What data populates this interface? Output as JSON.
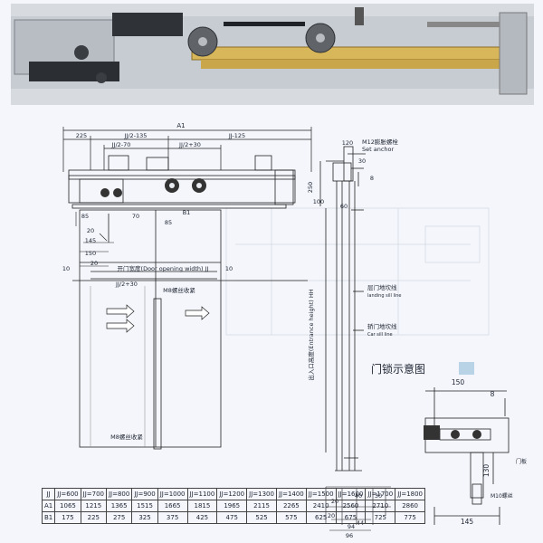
{
  "dims": {
    "A1": "A1",
    "d225": "225",
    "jj_135": "JJ/2-135",
    "jj_125": "JJ-125",
    "jj_70": "JJ/2-70",
    "jj_30a": "JJ/2+30",
    "d85a": "85",
    "d70": "70",
    "d85b": "85",
    "B1": "B1",
    "d20a": "20",
    "d145": "145",
    "d150": "150",
    "d10a": "10",
    "d20b": "20",
    "d10b": "10",
    "opening": "开门宽度(Door opening width) JJ",
    "jj_30b": "JJ/2+30",
    "bolt_a": "M8螺丝收紧",
    "bolt_b": "M8螺丝收紧",
    "d120": "120",
    "d30a": "30",
    "d8a": "8",
    "d250": "250",
    "d100": "100",
    "d60": "60",
    "anchor_cn": "M12膨胀螺栓",
    "anchor_en": "Set anchor",
    "entrance": "出入口高度(Entrance height) HH",
    "landing": "层门地坎线",
    "landing_en": "landing sill line",
    "car": "轿门地坎线",
    "car_en": "Car sill line",
    "b20": "20",
    "b40": "40",
    "b30": "30",
    "b20b": "20",
    "b44": "44",
    "b94": "94",
    "b96": "96"
  },
  "lock": {
    "title": "门锁示意图",
    "d150": "150",
    "d8": "8",
    "d130": "130",
    "d145": "145",
    "door": "门板",
    "bolt": "M10螺丝"
  },
  "table": {
    "headers": [
      "JJ",
      "JJ=600",
      "JJ=700",
      "JJ=800",
      "JJ=900",
      "JJ=1000",
      "JJ=1100",
      "JJ=1200",
      "JJ=1300",
      "JJ=1400",
      "JJ=1500",
      "JJ=1600",
      "JJ=1700",
      "JJ=1800"
    ],
    "rows": [
      [
        "A1",
        "1065",
        "1215",
        "1365",
        "1515",
        "1665",
        "1815",
        "1965",
        "2115",
        "2265",
        "2410",
        "2560",
        "2710",
        "2860"
      ],
      [
        "B1",
        "175",
        "225",
        "275",
        "325",
        "375",
        "425",
        "475",
        "525",
        "575",
        "625",
        "675",
        "725",
        "775"
      ]
    ]
  }
}
